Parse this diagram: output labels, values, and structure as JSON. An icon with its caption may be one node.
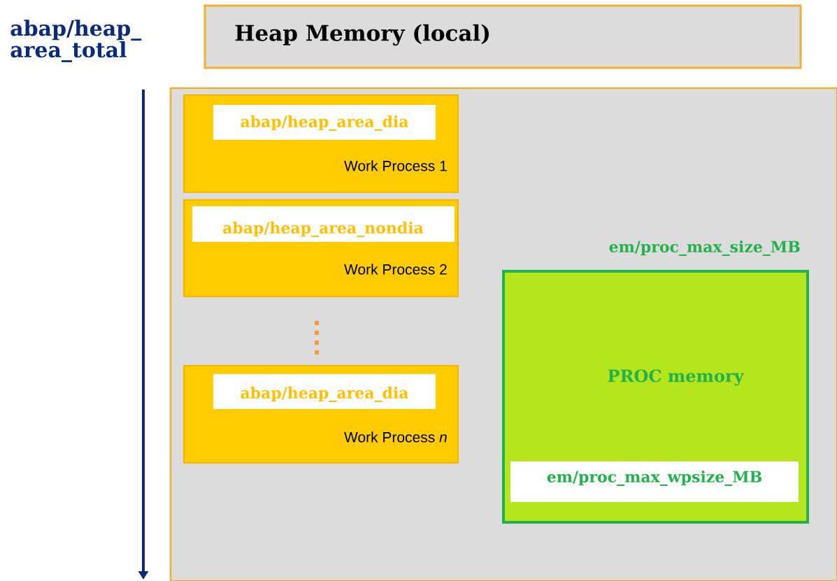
{
  "diagram": {
    "nodes": [
      {
        "text": [
          "Heap Memory (local)"
        ]
      },
      {
        "text": [],
        "shape": "box"
      },
      {
        "text": [
          "abap/heap_area_dia",
          "Work Process 1"
        ],
        "in": 1
      },
      {
        "text": [
          "abap/heap_area_nondia",
          "Work Process 2"
        ],
        "in": 1
      },
      {
        "text": [
          "abap/heap_area_dia",
          "Work Process *n*"
        ],
        "in": 1
      },
      {
        "text": [
          "em/proc_max_size_MB",
          "PROC memory",
          "em/proc_max_wpsize_MB"
        ],
        "in": 1
      }
    ],
    "labels": [
      "abap/heap_ area_total"
    ]
  }
}
